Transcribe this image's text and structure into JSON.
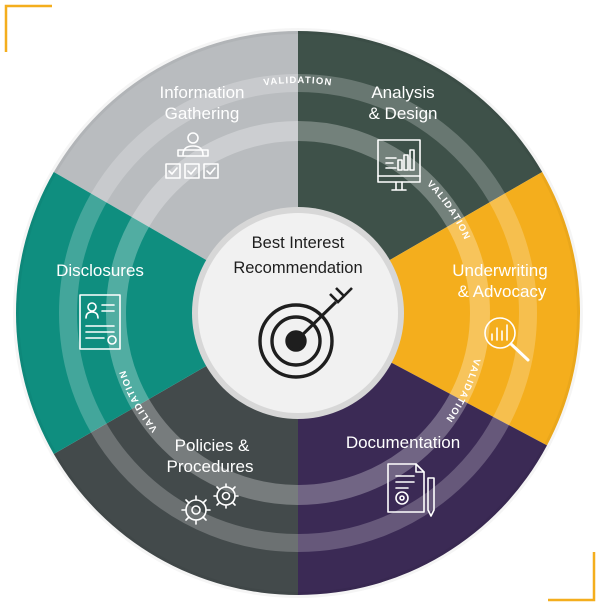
{
  "center": {
    "title_line1": "Best Interest",
    "title_line2": "Recommendation",
    "icon": "target-arrow-icon"
  },
  "validation_label": "VALIDATION",
  "segments": [
    {
      "id": "information-gathering",
      "line1": "Information",
      "line2": "Gathering",
      "icon": "people-checklist-icon",
      "color": "#b9bcbf"
    },
    {
      "id": "analysis-design",
      "line1": "Analysis",
      "line2": "& Design",
      "icon": "monitor-chart-icon",
      "color": "#3e5149"
    },
    {
      "id": "underwriting-advocacy",
      "line1": "Underwriting",
      "line2": "& Advocacy",
      "icon": "magnifier-chart-icon",
      "color": "#f4ae1d"
    },
    {
      "id": "documentation",
      "line1": "Documentation",
      "line2": "",
      "icon": "document-pen-gear-icon",
      "color": "#3b2a55"
    },
    {
      "id": "policies-procedures",
      "line1": "Policies &",
      "line2": "Procedures",
      "icon": "gears-icon",
      "color": "#434a4b"
    },
    {
      "id": "disclosures",
      "line1": "Disclosures",
      "line2": "",
      "icon": "certificate-document-icon",
      "color": "#0f8e7f"
    }
  ],
  "accent_color": "#f4ae1d"
}
